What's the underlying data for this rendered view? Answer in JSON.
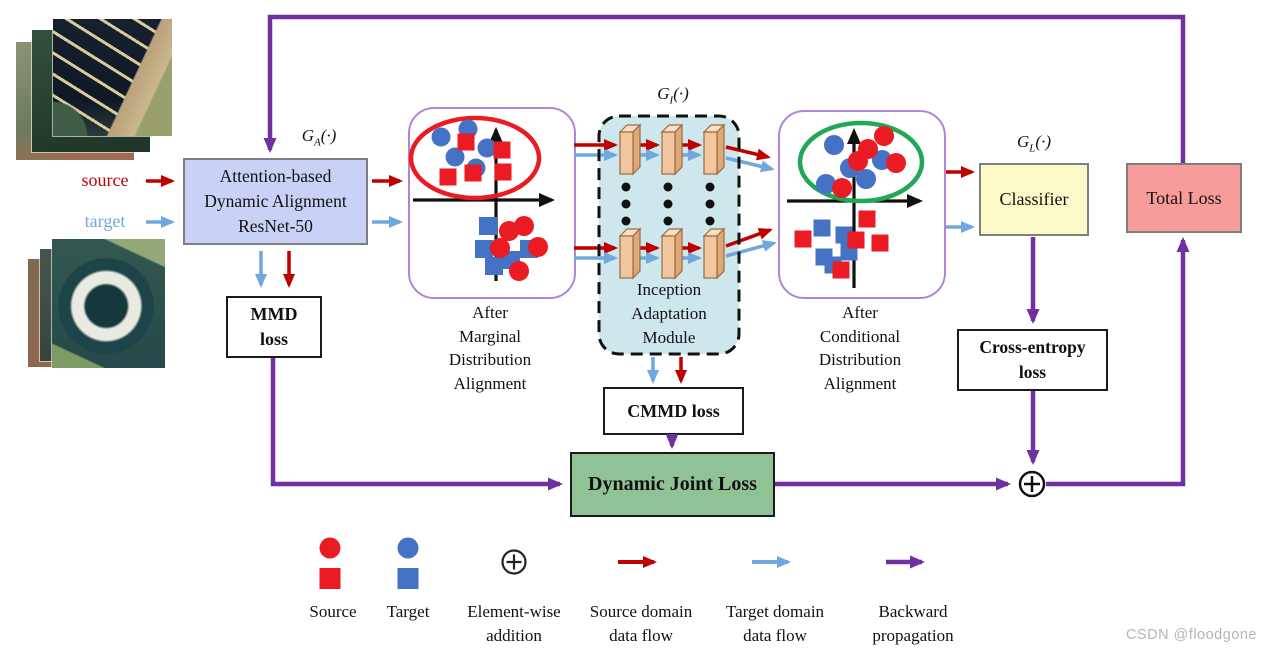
{
  "colors": {
    "source_red": "#C00000",
    "shape_red": "#EA1B23",
    "target_blue": "#6FA8DC",
    "shape_blue": "#4472C4",
    "purple": "#7030A0",
    "panel_purple": "#B085D8",
    "green": "#1FA855",
    "resnet_fill": "#C9D2F6",
    "classifier_fill": "#FBF9C8",
    "total_fill": "#F89B9B",
    "djl_fill": "#8FC295",
    "inception_fill": "#CDE7EC",
    "slab_front": "#F2C7A0",
    "slab_top": "#F8DEC4",
    "slab_side": "#DFA877",
    "box_border_gray": "#7F7F7F",
    "watermark_gray": "#B5B5B5"
  },
  "labels": {
    "source": "source",
    "target": "target",
    "ga": {
      "base": "G",
      "sub": "A",
      "rest": "(·)"
    },
    "gi": {
      "base": "G",
      "sub": "I",
      "rest": "(·)"
    },
    "gl": {
      "base": "G",
      "sub": "L",
      "rest": "(·)"
    }
  },
  "nodes": {
    "resnet": "Attention-based\nDynamic Alignment\nResNet-50",
    "mmd": "MMD\nloss",
    "inception": "Inception\nAdaptation\nModule",
    "cmmd": "CMMD loss",
    "classifier": "Classifier",
    "cross_entropy": "Cross-entropy\nloss",
    "total": "Total Loss",
    "djl": "Dynamic Joint Loss"
  },
  "captions": {
    "marginal": "After\nMarginal\nDistribution\nAlignment",
    "conditional": "After\nConditional\nDistribution\nAlignment"
  },
  "legend": {
    "source": "Source",
    "target": "Target",
    "addition": "Element-wise\naddition",
    "source_flow": "Source domain\ndata flow",
    "target_flow": "Target domain\ndata flow",
    "backward": "Backward\npropagation"
  },
  "watermark": "CSDN @floodgone"
}
